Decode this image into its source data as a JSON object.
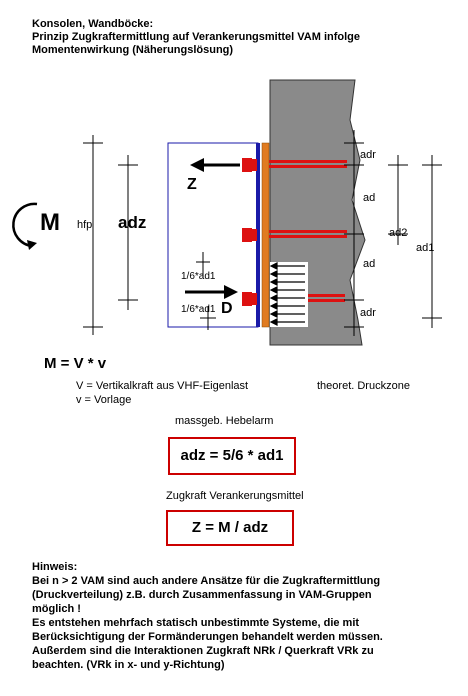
{
  "header": {
    "line1": "Konsolen, Wandböcke:",
    "line2": "Prinzip Zugkraftermittlung auf Verankerungsmittel  VAM infolge",
    "line3": "Momentenwirkung  (Näherungslösung)"
  },
  "diagram": {
    "moment_symbol": "M",
    "hfp": "hfp",
    "adz": "adz",
    "z_force": "Z",
    "d_force": "D",
    "sixth_upper": "1/6*ad1",
    "sixth_lower": "1/6*ad1",
    "adr_top": "adr",
    "ad_upper": "ad",
    "ad_lower": "ad",
    "adr_bottom": "adr",
    "ad2": "ad2",
    "ad1": "ad1"
  },
  "formulas": {
    "moment": "M = V * v",
    "v_def": "V = Vertikalkraft aus VHF-Eigenlast",
    "v_small_def": "v = Vorlage",
    "pressure_zone": "theoret. Druckzone",
    "lever_title": "massgeb. Hebelarm",
    "lever_formula": "adz = 5/6 * ad1",
    "tension_title": "Zugkraft Verankerungsmittel",
    "tension_formula": "Z = M / adz"
  },
  "note": {
    "heading": "Hinweis:",
    "line1": "Bei n > 2 VAM sind auch andere Ansätze für die Zugkraftermittlung",
    "line2": "(Druckverteilung) z.B. durch Zusammenfassung in VAM-Gruppen",
    "line3": "möglich !",
    "line4": "Es entstehen mehrfach statisch unbestimmte Systeme, die mit",
    "line5": "Berücksichtigung der Formänderungen behandelt werden müssen.",
    "line6": "Außerdem sind die Interaktionen Zugkraft NRk / Querkraft VRk zu",
    "line7": "beachten. (VRk in x- und y-Richtung)"
  },
  "colors": {
    "wall": "#8a8a8a",
    "anchor": "#dd1111",
    "plate": "#e07b20",
    "bracket_line": "#1a1aa8",
    "box_border": "#cc0000"
  }
}
